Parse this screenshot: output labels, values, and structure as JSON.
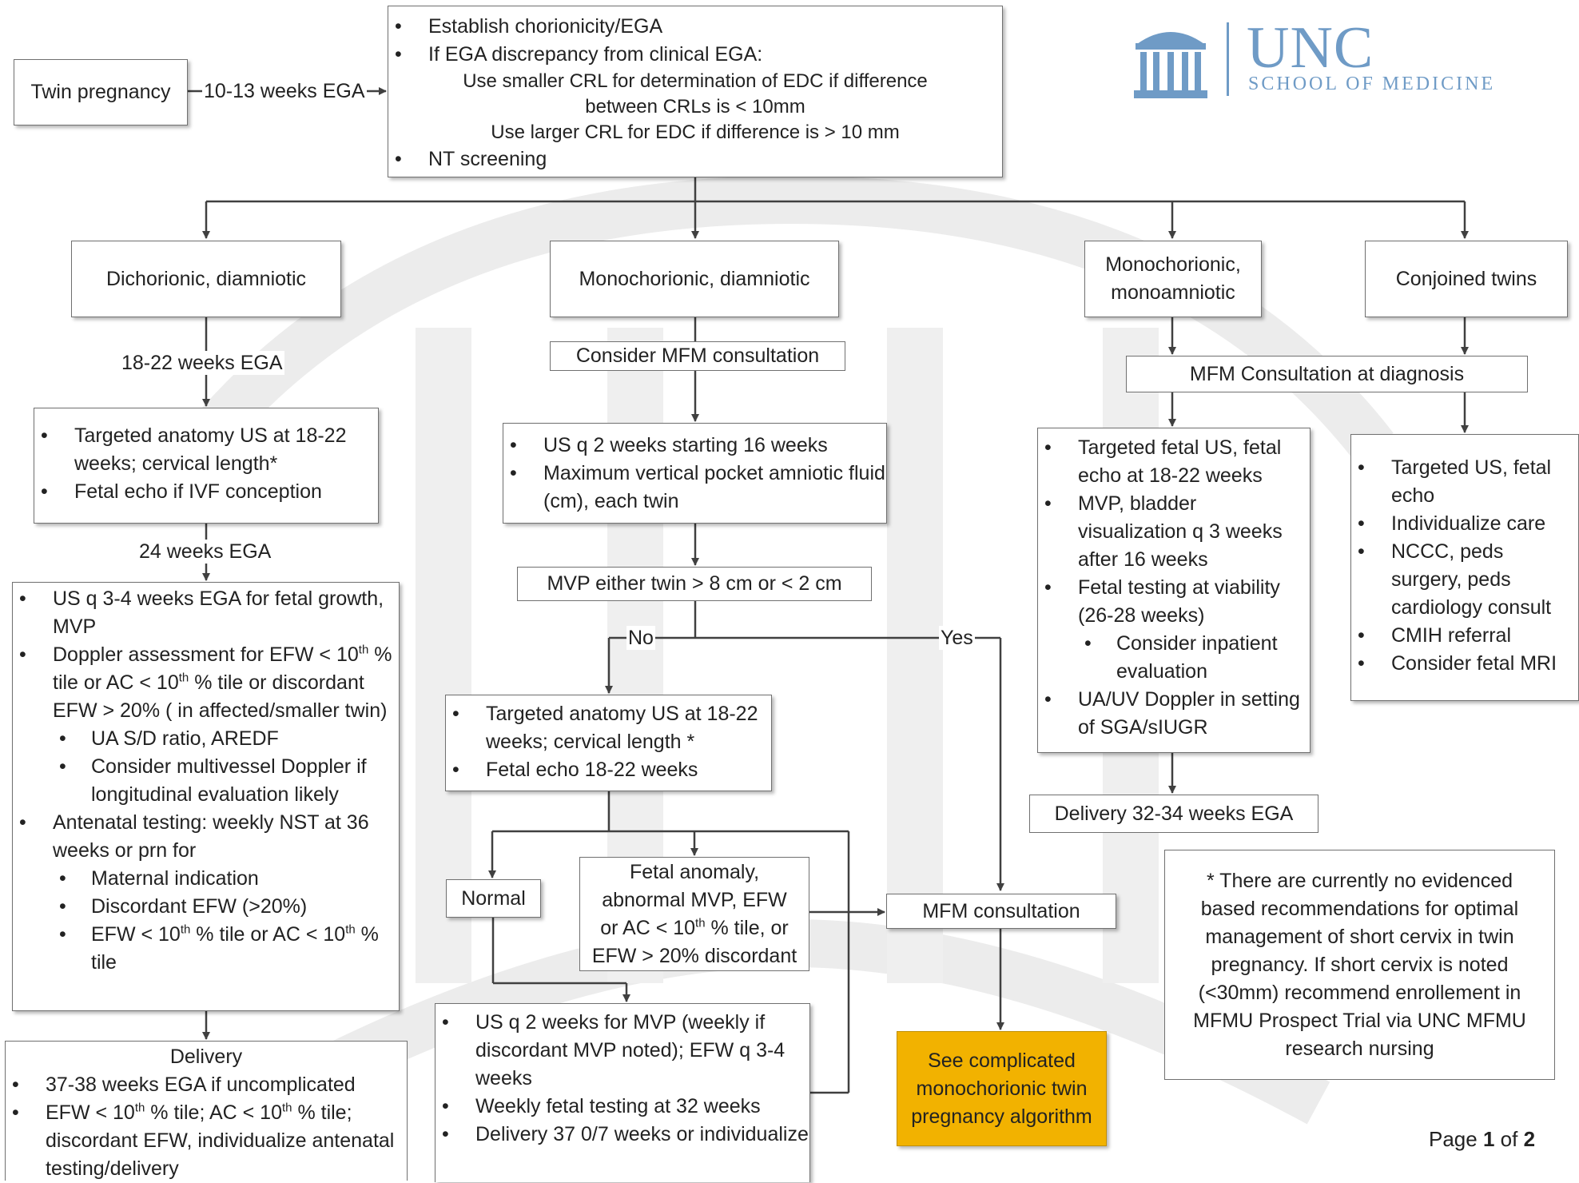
{
  "logo": {
    "name": "UNC",
    "subtitle": "SCHOOL OF MEDICINE",
    "icon": "old-well-icon"
  },
  "nodes": {
    "twin_pregnancy": "Twin pregnancy",
    "first_tri": {
      "bullets": [
        "Establish chorionicity/EGA",
        "If EGA discrepancy from clinical EGA:"
      ],
      "sub_lines": [
        "Use smaller CRL for determination of EDC if difference",
        "between CRLs is  < 10mm",
        "Use larger CRL for EDC if difference is > 10 mm"
      ],
      "last_bullet": "NT screening"
    },
    "dcda": "Dichorionic, diamniotic",
    "mcda": "Monochorionic, diamniotic",
    "mcma": [
      "Monochorionic,",
      "monoamniotic"
    ],
    "conjoined": "Conjoined twins",
    "dcda_anatomy": [
      "Targeted anatomy US at 18-22 weeks; cervical length*",
      "Fetal echo if IVF conception"
    ],
    "dcda_followup": {
      "b1": "US q 3-4 weeks EGA for fetal growth, MVP",
      "b2": {
        "a": "Doppler assessment for EFW < 10",
        "sup": "th",
        "b": " % tile or AC < 10",
        "sup2": "th",
        "c": " % tile or discordant EFW > 20% ( in affected/smaller twin)"
      },
      "b2_subs": [
        "UA S/D ratio, AREDF",
        "Consider multivessel Doppler if longitudinal evaluation likely"
      ],
      "b3": "Antenatal testing: weekly NST at 36 weeks or prn for",
      "b3_subs": [
        "Maternal indication",
        "Discordant EFW (>20%)"
      ],
      "b3_last": {
        "a": "EFW < 10",
        "sup": "th",
        "b": " % tile or AC < 10",
        "sup2": "th",
        "c": " % tile"
      }
    },
    "dcda_delivery": {
      "title": "Delivery",
      "b1": "37-38 weeks EGA if uncomplicated",
      "b2": {
        "a": "EFW < 10",
        "sup": "th",
        "b": " % tile; AC < 10",
        "sup2": "th",
        "c": " % tile; discordant EFW, individualize antenatal testing/delivery"
      }
    },
    "mcda_mfm": "Consider MFM consultation",
    "mcda_us": [
      "US q 2 weeks starting 16 weeks",
      "Maximum vertical pocket amniotic fluid (cm), each twin"
    ],
    "mvp_check": "MVP either twin > 8 cm or < 2 cm",
    "mcda_anatomy": [
      "Targeted anatomy US at 18-22 weeks; cervical length *",
      "Fetal echo 18-22 weeks"
    ],
    "normal": "Normal",
    "anomaly": {
      "l1": "Fetal anomaly,",
      "l2": "abnormal MVP, EFW",
      "l3a": "or AC < 10",
      "sup": "th",
      "l3b": " % tile, or",
      "l4": "EFW > 20% discordant"
    },
    "mcda_followup": [
      "US q 2 weeks for MVP (weekly if discordant MVP noted); EFW q 3-4 weeks",
      "Weekly fetal testing at 32 weeks",
      "Delivery 37 0/7 weeks or individualize"
    ],
    "mfm_consult": "MFM consultation",
    "complicated": "See complicated monochorionic twin pregnancy algorithm",
    "mfm_diagnosis": "MFM Consultation at diagnosis",
    "mcma_plan": {
      "b1": "Targeted fetal US, fetal echo at 18-22 weeks",
      "b2": "MVP, bladder visualization q 3 weeks after 16 weeks",
      "b3": "Fetal testing at viability (26-28 weeks)",
      "b3_sub": "Consider inpatient evaluation",
      "b4": "UA/UV Doppler in setting of SGA/sIUGR"
    },
    "mcma_delivery": "Delivery 32-34 weeks EGA",
    "conjoined_plan": [
      "Targeted US, fetal echo",
      "Individualize care",
      "NCCC, peds surgery, peds cardiology consult",
      "CMIH referral",
      "Consider fetal MRI"
    ],
    "footnote": "* There are currently no evidenced based recommendations for optimal management of short cervix in twin pregnancy. If short cervix is noted (<30mm) recommend enrollement in MFMU Prospect Trial via UNC MFMU research nursing"
  },
  "edge_labels": {
    "first_tri": "10-13 weeks EGA",
    "anatomy_dcda": "18-22 weeks EGA",
    "followup_dcda": "24 weeks EGA",
    "no": "No",
    "yes": "Yes"
  },
  "footer": {
    "page_prefix": "Page ",
    "page_current": "1",
    "page_mid": " of ",
    "page_total": "2"
  },
  "colors": {
    "highlight": "#f2b200",
    "highlight_border": "#c08f00",
    "logo": "#6f9bc6",
    "line": "#404040"
  }
}
